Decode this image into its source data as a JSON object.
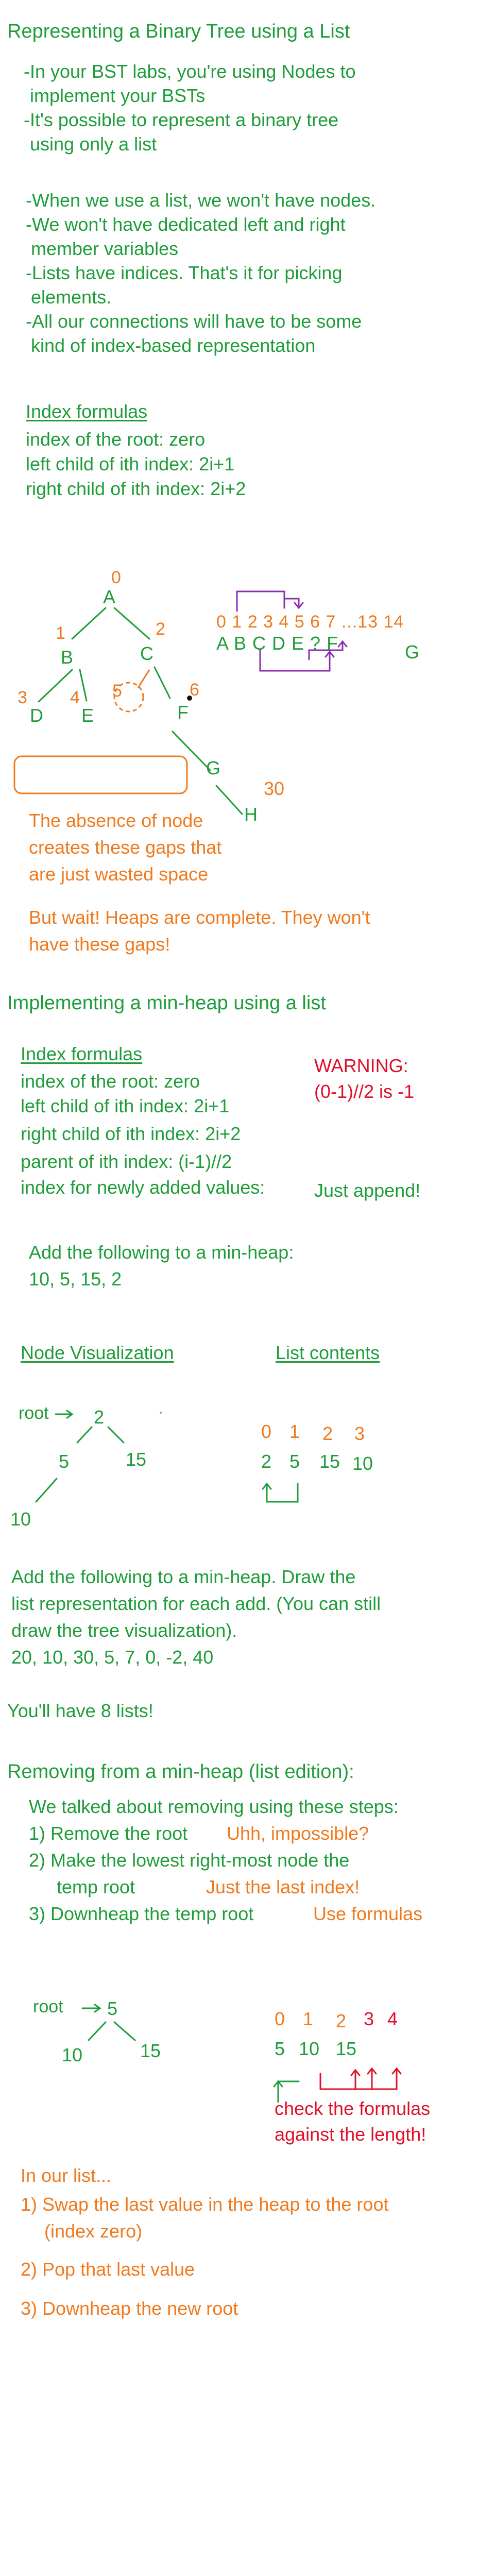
{
  "sec1": {
    "title": "Representing a Binary Tree using a List",
    "intro": [
      "-In your BST labs, you're using Nodes to",
      "implement your BSTs",
      "-It's possible to represent a binary tree",
      "using only a list"
    ],
    "points": [
      "-When we use a list, we won't have nodes.",
      "-We won't have dedicated left and right",
      "member variables",
      "-Lists have indices. That's it for picking",
      "elements.",
      "-All our connections will have to be some",
      "kind of index-based representation"
    ],
    "formulas_heading": "Index formulas",
    "formulas": [
      "index of the root: zero",
      "left child of ith index: 2i+1",
      "right child of ith index: 2i+2"
    ]
  },
  "tree1": {
    "nodes": [
      {
        "letter": "A",
        "index": "0"
      },
      {
        "letter": "B",
        "index": "1"
      },
      {
        "letter": "C",
        "index": "2"
      },
      {
        "letter": "D",
        "index": "3"
      },
      {
        "letter": "E",
        "index": "4"
      },
      {
        "letter": "5",
        "index": ""
      },
      {
        "letter": "F",
        "index": "6"
      },
      {
        "letter": "G",
        "index": ""
      },
      {
        "letter": "H",
        "index": ""
      }
    ],
    "label_30": "30",
    "list_indices": "0 1 2 3 4 5 6 7 ...13 14",
    "list_letters": "A B C  D E  ?  F",
    "list_g": "G",
    "gap_note": [
      "The absence of node",
      "creates these gaps that",
      "are just wasted space"
    ],
    "heap_note": [
      "But wait! Heaps are complete. They won't",
      "have these gaps!"
    ]
  },
  "sec2": {
    "title": "Implementing a min-heap using a list",
    "formulas_heading": "Index formulas",
    "formulas": [
      "index of the root: zero",
      "left child of ith index: 2i+1",
      "right child of ith index: 2i+2",
      "parent of ith index: (i-1)//2",
      "index for newly added values:"
    ],
    "append_note": "Just append!",
    "warning": [
      "WARNING:",
      "(0-1)//2 is -1"
    ],
    "add_prompt": "Add the following to a min-heap:",
    "add_values": "10, 5, 15, 2",
    "node_vis_heading": "Node Visualization",
    "list_heading": "List contents",
    "root_label": "root",
    "tree": [
      "2",
      "5",
      "15",
      "10"
    ],
    "list_idx": [
      "0",
      "1",
      "2",
      "3"
    ],
    "list_vals": [
      "2",
      "5",
      "15",
      "10"
    ]
  },
  "sec3": {
    "exercise": [
      "Add the following to a min-heap. Draw the",
      "list representation for each add. (You can still",
      "draw the tree visualization).",
      "20, 10, 30, 5, 7, 0, -2, 40"
    ],
    "lists_note": "You'll have 8 lists!"
  },
  "sec4": {
    "title": "Removing from a min-heap (list edition):",
    "intro": "We talked about removing using these steps:",
    "steps": [
      "1) Remove the root",
      "2) Make the lowest right-most node the",
      "temp root",
      "3) Downheap the temp root"
    ],
    "step_notes": [
      "Uhh, impossible?",
      "Just the last index!",
      "Use formulas"
    ],
    "root_label": "root",
    "tree": [
      "5",
      "10",
      "15"
    ],
    "list_idx": [
      "0",
      "1",
      "2",
      "3",
      "4"
    ],
    "list_vals": [
      "5",
      "10",
      "15"
    ],
    "check_note": [
      "check the formulas",
      "against the length!"
    ],
    "list_heading": "In our list...",
    "list_steps": [
      "1) Swap the last value in the heap to the root",
      "(index zero)",
      "2) Pop that last value",
      "3) Downheap the new root"
    ]
  }
}
